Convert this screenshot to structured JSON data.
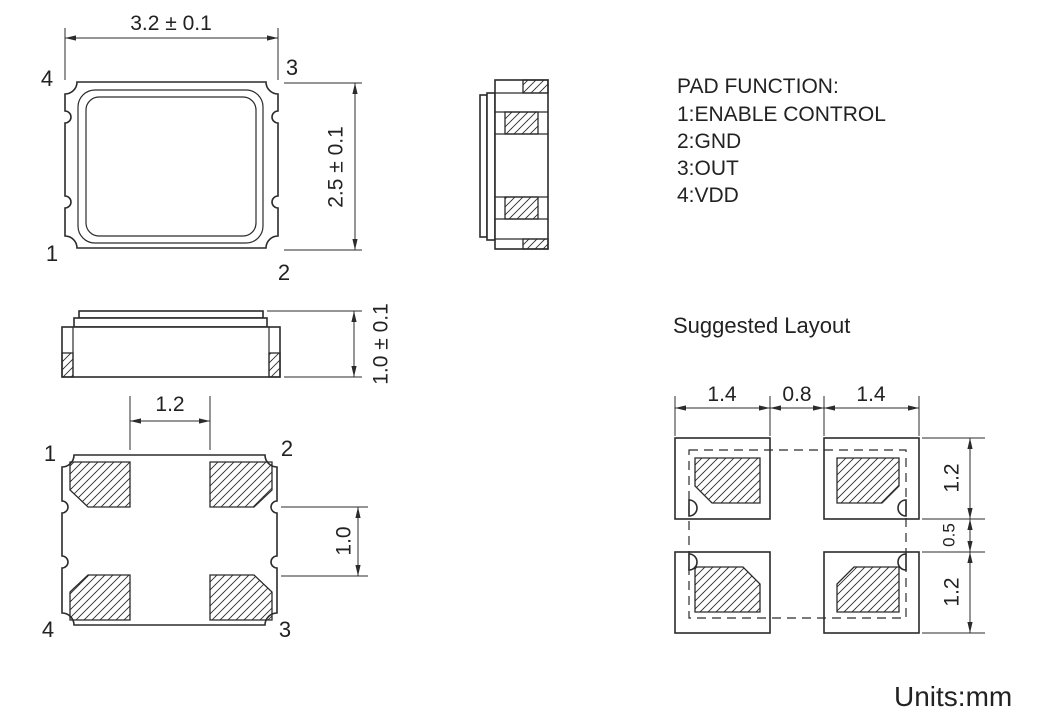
{
  "top_view": {
    "width_dim": "3.2 ± 0.1",
    "height_dim": "2.5 ± 0.1",
    "pin_top_left": "4",
    "pin_top_right": "3",
    "pin_bottom_left": "1",
    "pin_bottom_right": "2"
  },
  "pad_function": {
    "title": "PAD FUNCTION:",
    "items": [
      "1:ENABLE CONTROL",
      "2:GND",
      "3:OUT",
      "4:VDD"
    ]
  },
  "side_view": {
    "height_dim": "1.0 ± 0.1"
  },
  "bottom_view": {
    "pad_inner_gap_dim": "1.2",
    "pad_vertical_gap_dim": "1.0",
    "pin_top_left": "1",
    "pin_top_right": "2",
    "pin_bottom_left": "4",
    "pin_bottom_right": "3"
  },
  "suggested_layout": {
    "title": "Suggested Layout",
    "pad_width_left": "1.4",
    "pad_gap_horizontal": "0.8",
    "pad_width_right": "1.4",
    "pad_height_top": "1.2",
    "pad_gap_vertical": "0.5",
    "pad_height_bottom": "1.2"
  },
  "units_label": "Units:mm"
}
